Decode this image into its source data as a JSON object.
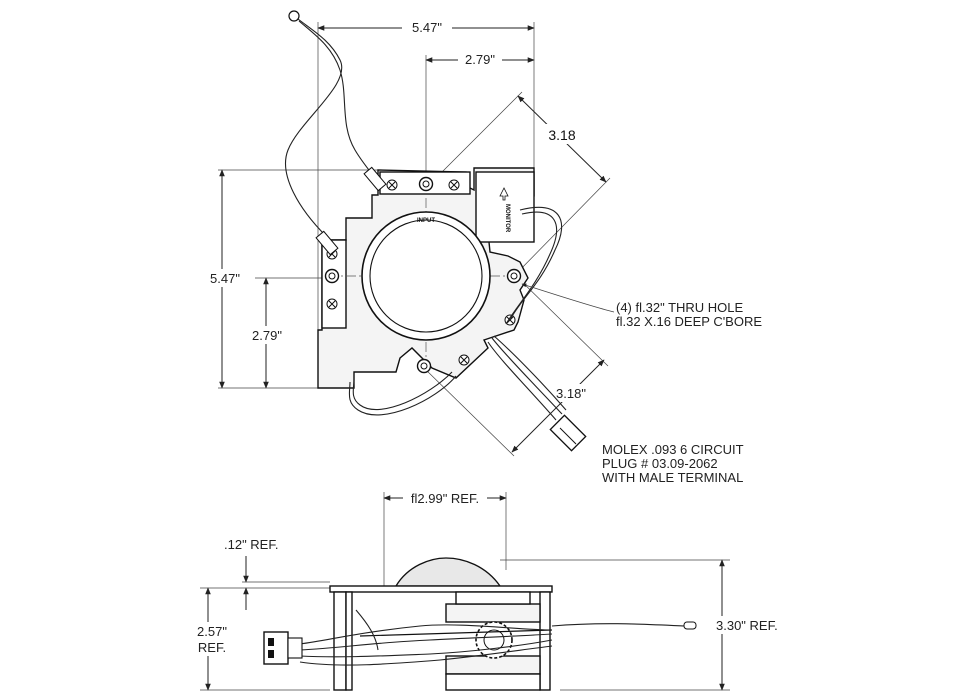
{
  "top_view": {
    "dim_width_overall": "5.47\"",
    "dim_width_half": "2.79\"",
    "dim_diag_upper": "3.18",
    "dim_height_overall": "5.47\"",
    "dim_height_half": "2.79\"",
    "dim_diag_lower": "3.18\"",
    "hole_note_line1": "(4) fl.32\" THRU HOLE",
    "hole_note_line2": "fl.32 X.16 DEEP C'BORE",
    "connector_note_line1": "MOLEX .093 6 CIRCUIT",
    "connector_note_line2": "PLUG # 03.09-2062",
    "connector_note_line3": "WITH MALE TERMINAL",
    "part_marking_left": "INPUT",
    "part_marking_vertical": "MONITOR"
  },
  "side_view": {
    "dim_ball_diameter": "fl2.99\" REF.",
    "dim_plate_thickness": ".12\" REF.",
    "dim_height_left_line1": "2.57\"",
    "dim_height_left_line2": "REF.",
    "dim_height_right": "3.30\" REF."
  }
}
